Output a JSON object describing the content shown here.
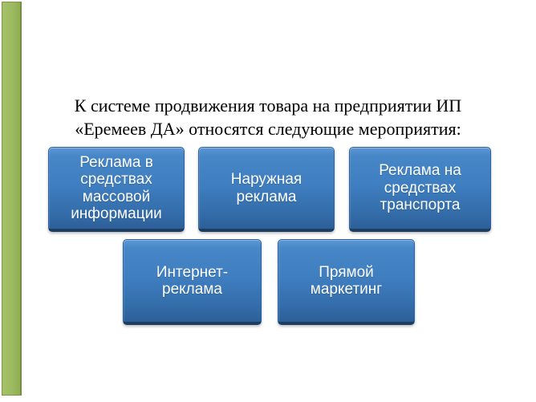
{
  "slide": {
    "title": "К системе продвижения товара на предприятии ИП\n«Еремеев ДА» относятся следующие мероприятия:"
  },
  "boxes": [
    {
      "label": "Реклама в\nсредствах\nмассовой\nинформации"
    },
    {
      "label": "Наружная\nреклама"
    },
    {
      "label": "Реклама на\nсредствах\nтранспорта"
    },
    {
      "label": "Интернет-\nреклама"
    },
    {
      "label": "Прямой\nмаркетинг"
    }
  ],
  "colors": {
    "accent_bar_green": "#9cba5f",
    "accent_bar_border": "#7d9747",
    "box_gradient_top": "#5d97d3",
    "box_gradient_bottom": "#2d5f98",
    "box_border": "#2a62a3",
    "box_bottom_edge": "#1c3e63",
    "box_text": "#ffffff",
    "title_text": "#000000",
    "background": "#ffffff"
  }
}
